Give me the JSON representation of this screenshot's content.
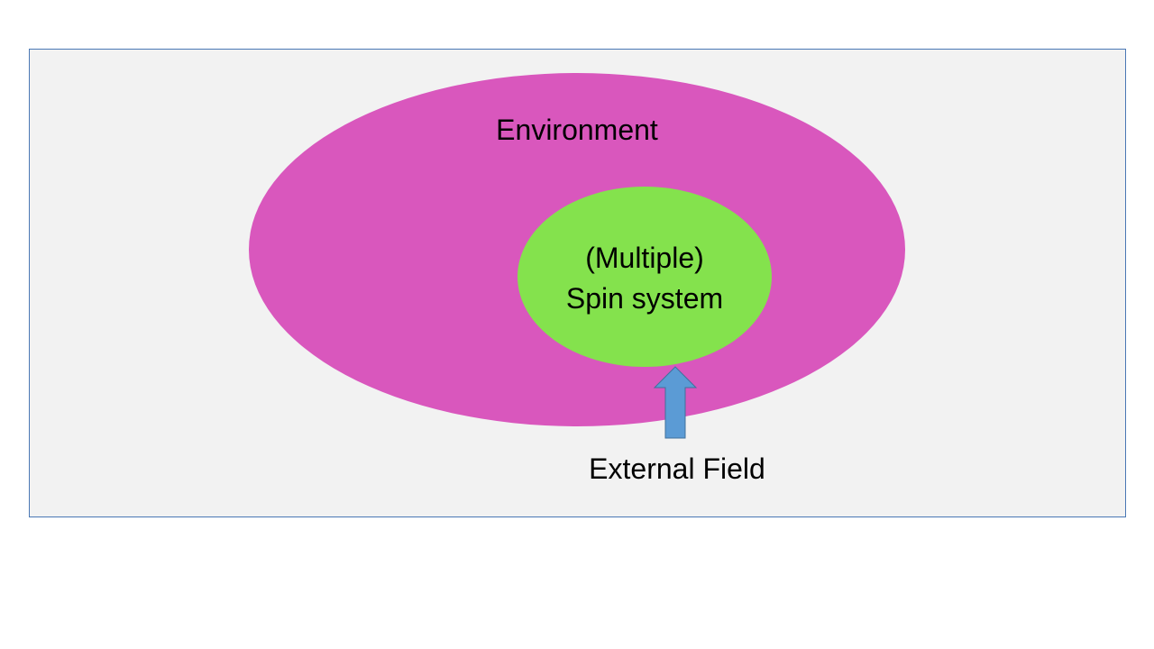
{
  "diagram": {
    "colors": {
      "background": "#ffffff",
      "panel_fill": "#f2f2f2",
      "panel_border": "#4a78b5",
      "environment_fill": "#d957bd",
      "spin_system_fill": "#84e24d",
      "arrow_fill": "#5b9bd5",
      "arrow_stroke": "#41719c"
    },
    "environment": {
      "label": "Environment"
    },
    "spin_system": {
      "line1": "(Multiple)",
      "line2": "Spin system"
    },
    "external_field": {
      "label": "External Field",
      "icon": "up-arrow-icon"
    }
  }
}
